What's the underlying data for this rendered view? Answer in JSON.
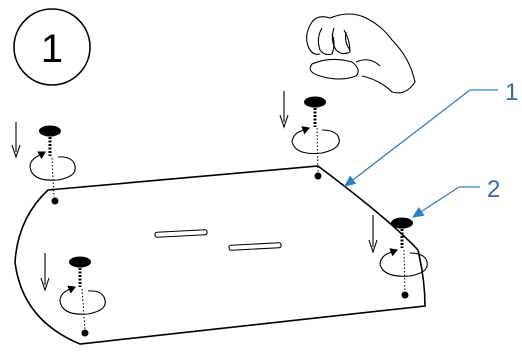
{
  "step": {
    "number": "1"
  },
  "callouts": [
    {
      "label": "1"
    },
    {
      "label": "2"
    }
  ],
  "colors": {
    "outline": "#000000",
    "callout": "#2d6fb0",
    "callout_line": "#2d7fc4",
    "background": "#ffffff"
  },
  "icons": [
    "hand-pinch-icon",
    "arrow-down-icon",
    "rotate-arrow-icon",
    "screw-icon"
  ]
}
